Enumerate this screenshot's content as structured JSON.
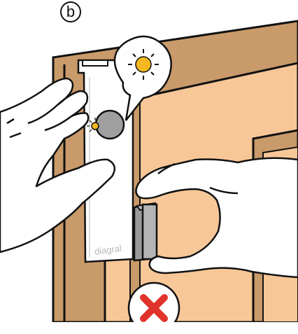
{
  "step": {
    "label": "b"
  },
  "device": {
    "brand": "diagral"
  },
  "status": {
    "indicator": "cross",
    "meaning_color": "#e0332b"
  },
  "colors": {
    "door": "#c99a6a",
    "door_inner": "#f7c798",
    "outline": "#111111",
    "light": "#f5b820",
    "magnet": "#a9a9a9"
  },
  "icons": [
    "sun-light-icon",
    "cross-icon"
  ]
}
